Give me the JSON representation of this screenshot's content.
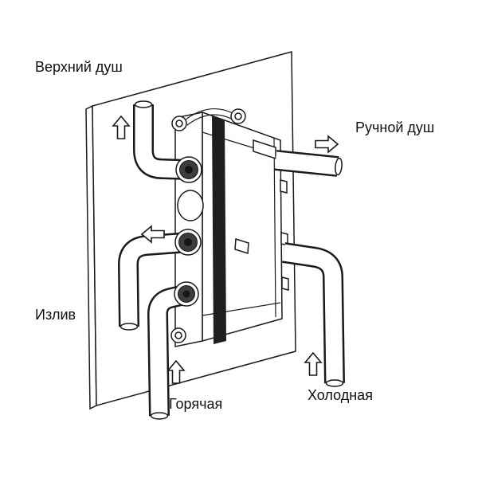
{
  "diagram": {
    "type": "shower-valve-installation-diagram",
    "labels": {
      "top_shower": "Верхний душ",
      "hand_shower": "Ручной душ",
      "spout": "Излив",
      "hot": "Горячая",
      "cold": "Холодная"
    },
    "colors": {
      "line": "#1a1a1a",
      "background": "#ffffff",
      "port_dark": "#3d3d3d",
      "strap": "#1f1f1f"
    }
  }
}
